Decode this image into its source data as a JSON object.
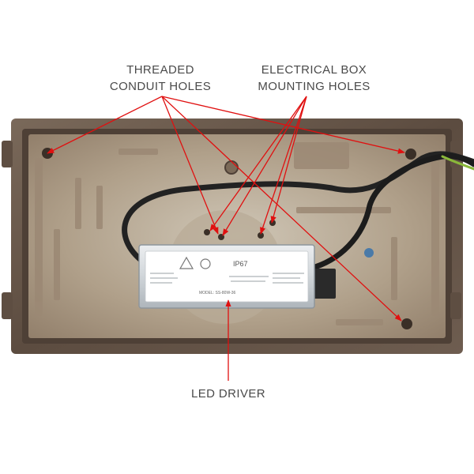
{
  "colors": {
    "callout": "#e01010",
    "label_text": "#4a4a4a",
    "housing": "#6a5a4c",
    "driver": "#d6dadd",
    "cable": "#222222"
  },
  "labels": {
    "threaded_conduit_holes": [
      "THREADED",
      "CONDUIT HOLES"
    ],
    "electrical_box_mounting_holes": [
      "ELECTRICAL BOX",
      "MOUNTING HOLES"
    ],
    "led_driver": "LED DRIVER"
  },
  "driver_markings": {
    "model_text": "MODEL: SS-80W-36",
    "rating_text": "IP67"
  }
}
